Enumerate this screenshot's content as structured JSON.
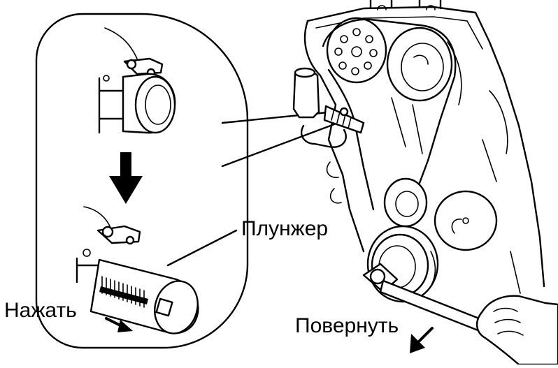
{
  "labels": {
    "plunger": "Плунжер",
    "press": "Нажать",
    "turn": "Повернуть"
  },
  "colors": {
    "ink": "#000000",
    "background": "#ffffff"
  },
  "icons": [
    "down-arrow-icon",
    "press-direction-arrow-icon",
    "rotate-direction-arrow-icon"
  ]
}
